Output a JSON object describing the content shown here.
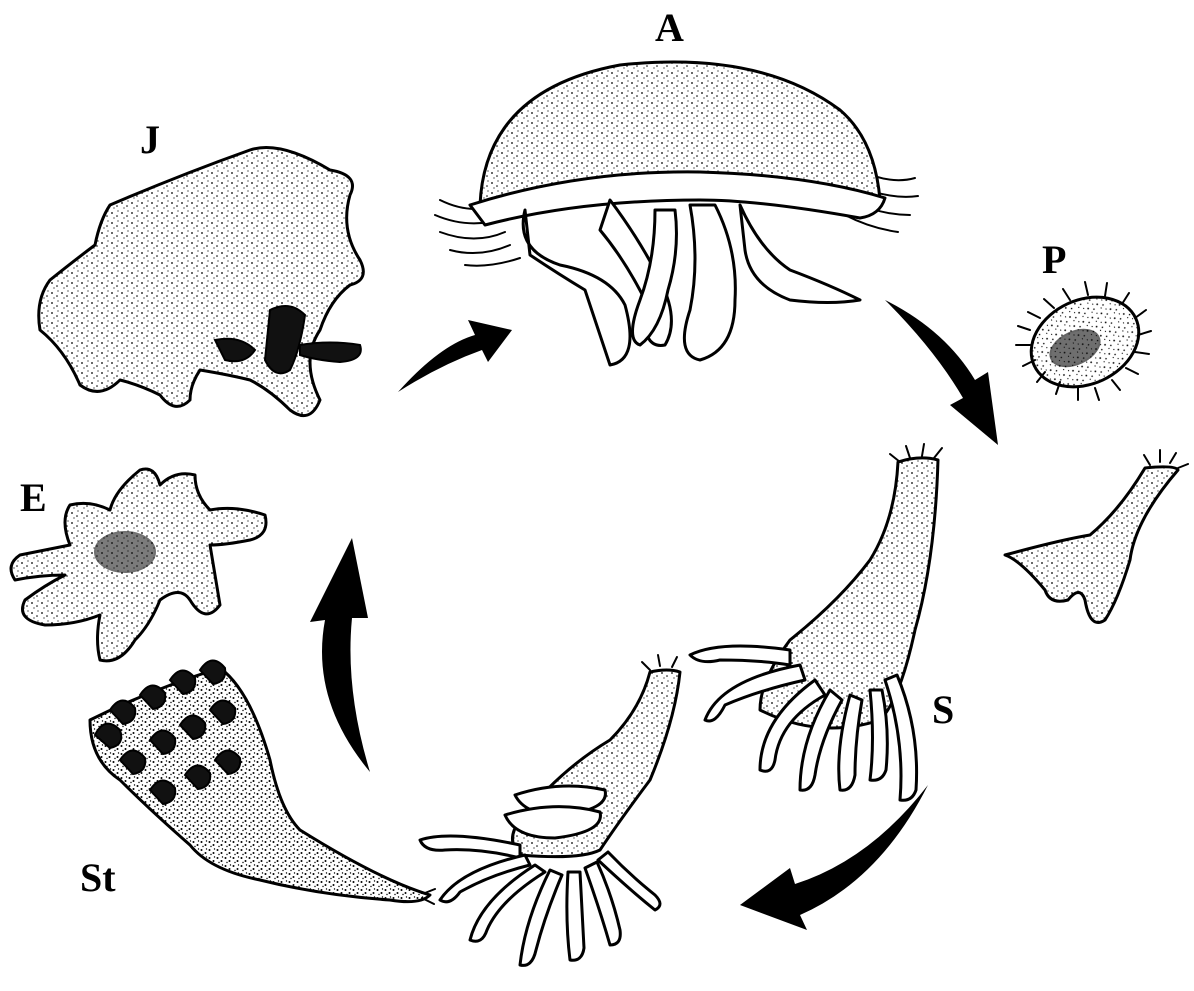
{
  "labels": {
    "adult": "A",
    "planula": "P",
    "scyphistoma": "S",
    "strobila": "St",
    "ephyra": "E",
    "juvenile": "J"
  },
  "colors": {
    "ink": "#000000",
    "paper": "#ffffff"
  }
}
